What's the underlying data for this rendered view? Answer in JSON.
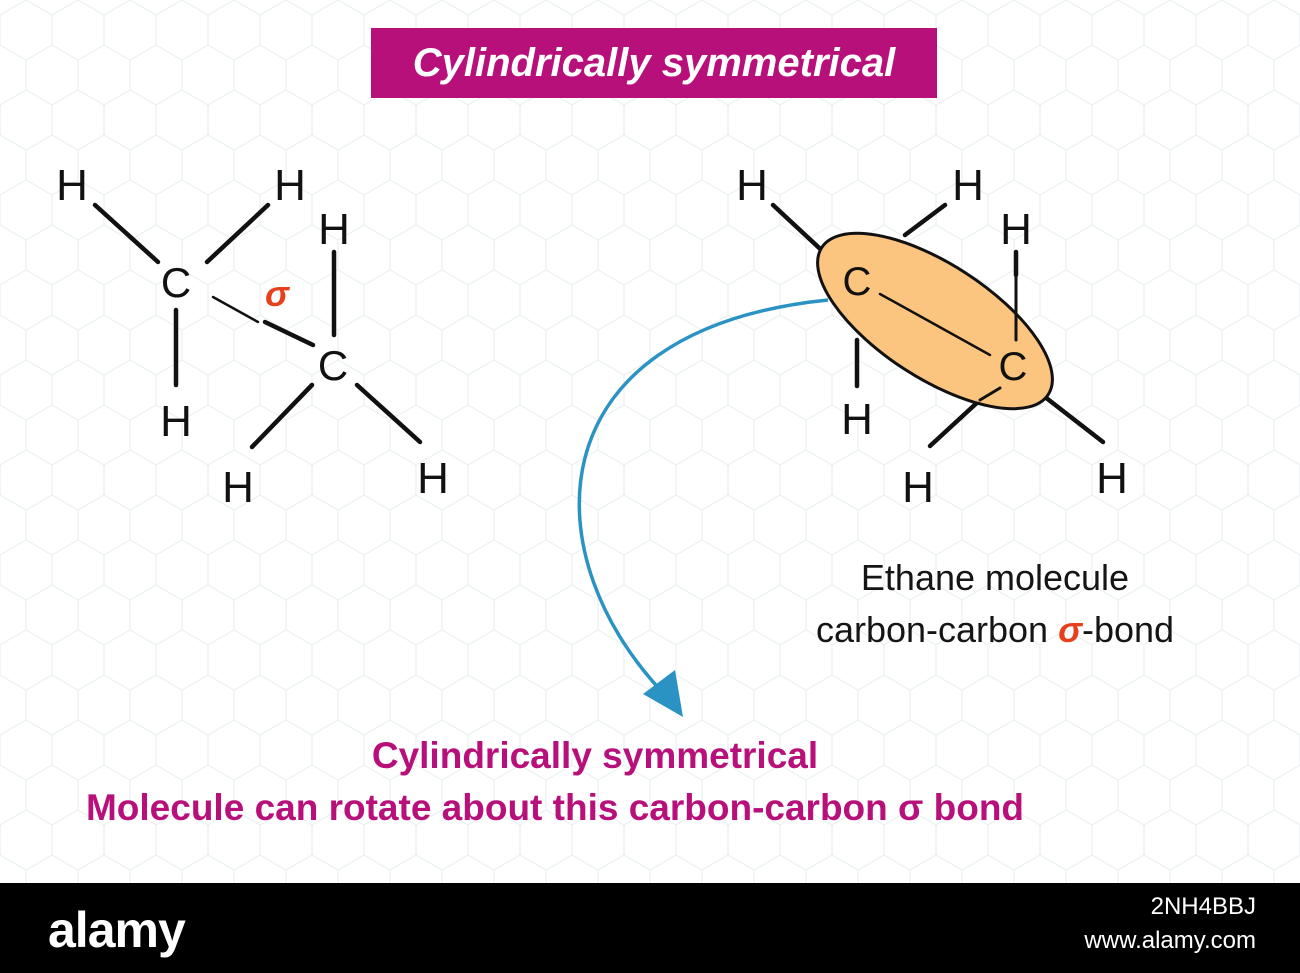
{
  "title": "Cylindrically symmetrical",
  "atoms": {
    "hydrogen": "H",
    "carbon": "C",
    "sigma": "σ"
  },
  "ethane_caption": {
    "line1": "Ethane molecule",
    "line2_pre": "carbon-carbon ",
    "line2_sigma": "σ",
    "line2_post": "-bond"
  },
  "bottom_caption": {
    "line1": "Cylindrically symmetrical",
    "line2": "Molecule can rotate about this carbon-carbon σ bond"
  },
  "watermark": {
    "logo": "alamy",
    "image_id": "2NH4BBJ",
    "site": "www.alamy.com"
  },
  "colors": {
    "magenta": "#b8107a",
    "sigma_orange": "#e8401c",
    "orbital_fill": "#fcc57f",
    "arrow_blue": "#2a93c4",
    "bond_black": "#111111"
  }
}
